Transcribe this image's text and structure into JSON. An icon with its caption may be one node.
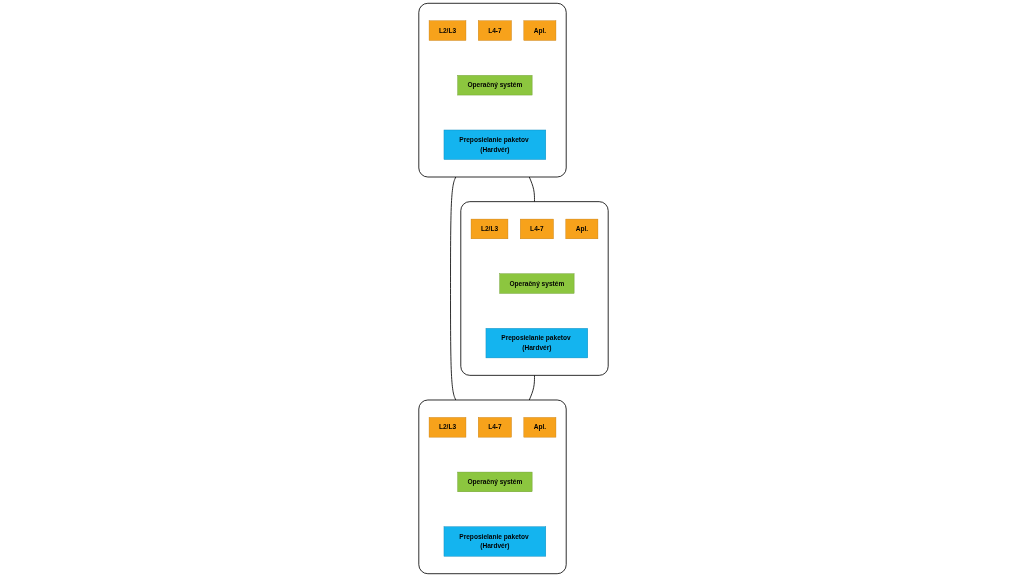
{
  "diagram": {
    "nodes": [
      {
        "text": [],
        "shape": "box"
      },
      {
        "text": [
          "L2/L3"
        ],
        "in": 0
      },
      {
        "text": [
          "L4-7"
        ],
        "in": 0
      },
      {
        "text": [
          "Apl."
        ],
        "in": 0
      },
      {
        "text": [
          "Operačný systém"
        ],
        "in": 0
      },
      {
        "text": [
          "Preposielanie paketov (Hardvér)"
        ],
        "in": 0
      },
      {
        "text": [],
        "shape": "box"
      },
      {
        "text": [
          "L2/L3"
        ],
        "in": 6
      },
      {
        "text": [
          "L4-7"
        ],
        "in": 6
      },
      {
        "text": [
          "Apl."
        ],
        "in": 6
      },
      {
        "text": [
          "Operačný systém"
        ],
        "in": 6
      },
      {
        "text": [
          "Preposielanie paketov (Hardvér)"
        ],
        "in": 6
      },
      {
        "text": [],
        "shape": "box"
      },
      {
        "text": [
          "L2/L3"
        ],
        "in": 12
      },
      {
        "text": [
          "L4-7"
        ],
        "in": 12
      },
      {
        "text": [
          "Apl."
        ],
        "in": 12
      },
      {
        "text": [
          "Operačný systém"
        ],
        "in": 12
      },
      {
        "text": [
          "Preposielanie paketov (Hardvér)"
        ],
        "in": 12
      }
    ],
    "edges": [
      {
        "from": 0,
        "to": 6,
        "arrow": "none"
      },
      {
        "from": 0,
        "to": 12,
        "arrow": "none"
      },
      {
        "from": 6,
        "to": 12,
        "arrow": "none"
      }
    ]
  }
}
